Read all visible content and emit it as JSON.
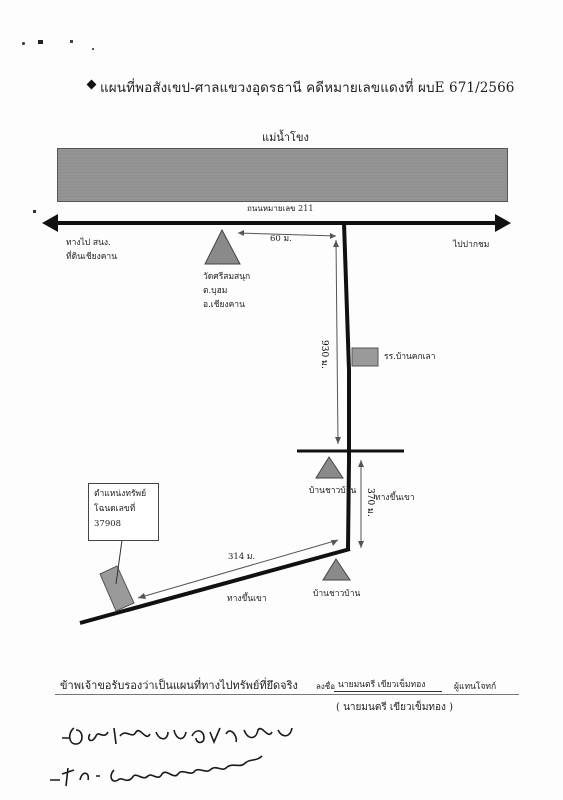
{
  "title": "แผนที่พอสังเขป-ศาลแขวงอุดรธานี คดีหมายเลขแดงที่ ผบE 671/2566",
  "river_label": "แม่น้ำโขง",
  "road_label": "ถนนหมายเลข 211",
  "west_label_1": "ทางไป สนง.",
  "west_label_2": "ที่ดินเชียงคาน",
  "east_label": "ไปปากชม",
  "temple_label_1": "วัดศรีสมสนุก",
  "temple_label_2": "ต.บุฮม",
  "temple_label_3": "อ.เชียงคาน",
  "dist_60": "60 ม.",
  "dist_930": "930 ม.",
  "school_label": "รร.บ้านคกเลา",
  "village1_label": "บ้านชาวบ้าน",
  "dist_370": "370 ม.",
  "mountain_label_1": "ทางขึ้นเขา",
  "parcel_box_1": "ตำแหน่งทรัพย์",
  "parcel_box_2": "โฉนดเลขที่",
  "parcel_box_3": "37908",
  "dist_314": "314 ม.",
  "mountain_label_2": "ทางขึ้นเขา",
  "village2_label": "บ้านชาวบ้าน",
  "statement": "ข้าพเจ้าขอรับรองว่าเป็นแผนที่ทางไปทรัพย์ที่ยึดจริง",
  "sign_prefix": "ลงชื่อ",
  "signer_name": "นายมนตรี เขียวเข็มทอง",
  "signer_role": "ผู้แทนโจทก์",
  "signer_name_paren": "( นายมนตรี เขียวเข็มทอง )",
  "colors": {
    "ink": "#111111",
    "river": "#939393",
    "marker": "#8a8a8a"
  }
}
